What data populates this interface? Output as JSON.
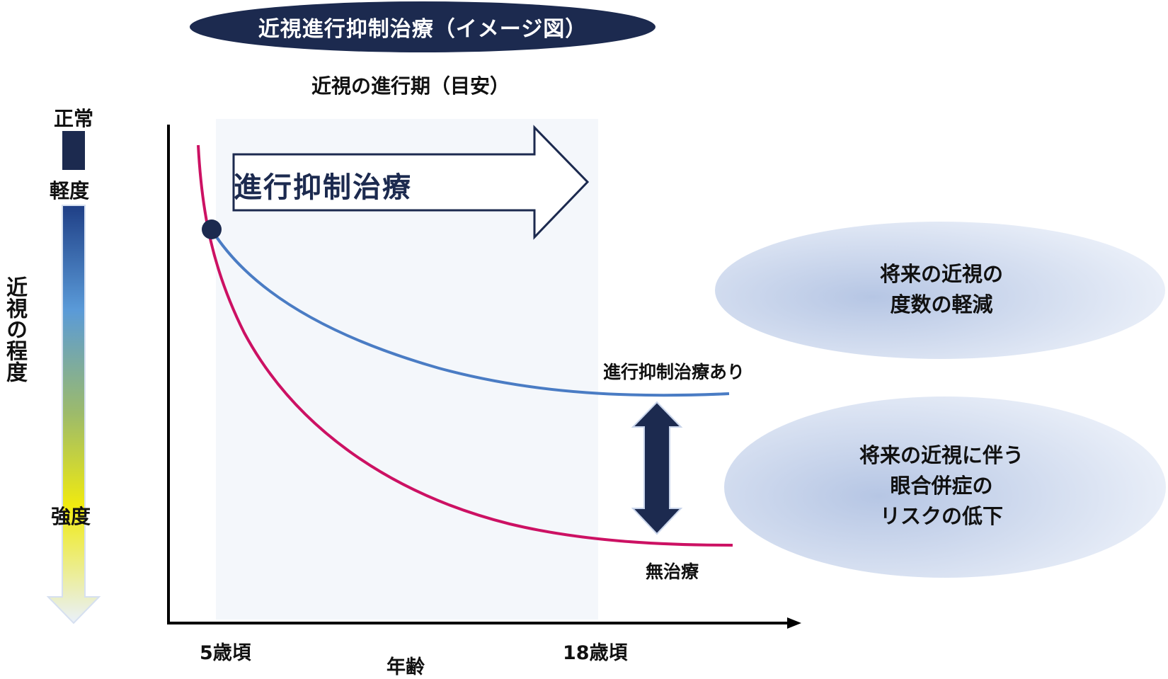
{
  "title": "近視進行抑制治療（イメージ図）",
  "period_label": "近視の進行期（目安）",
  "severity_scale": {
    "axis_label": "近視の程度",
    "normal": "正常",
    "mild": "軽度",
    "strong": "強度"
  },
  "treatment_arrow_label": "進行抑制治療",
  "x_axis": {
    "label": "年齢",
    "start_tick": "5歳頃",
    "end_tick": "18歳頃"
  },
  "curves": {
    "treated": "進行抑制治療あり",
    "untreated": "無治療"
  },
  "benefits": {
    "reduced_degree": [
      "将来の近視の",
      "度数の軽減"
    ],
    "reduced_risk": [
      "将来の近視に伴う",
      "眼合併症の",
      "リスクの低下"
    ]
  },
  "colors": {
    "navy": "#1c2a4f",
    "treated_curve": "#4a7cc4",
    "untreated_curve": "#cc1163"
  }
}
